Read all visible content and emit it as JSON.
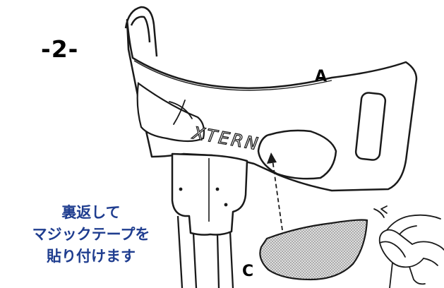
{
  "step_label": "-2-",
  "labels": {
    "a": "A",
    "c": "C"
  },
  "logo_text": "XTERN",
  "instruction": {
    "lines": [
      "裏返して",
      "マジックテープを",
      "貼り付けます"
    ],
    "color": "#1f3d8f"
  },
  "colors": {
    "outline": "#1a1a1a",
    "patch_fill": "#d4d4d4",
    "background": "#ffffff"
  }
}
